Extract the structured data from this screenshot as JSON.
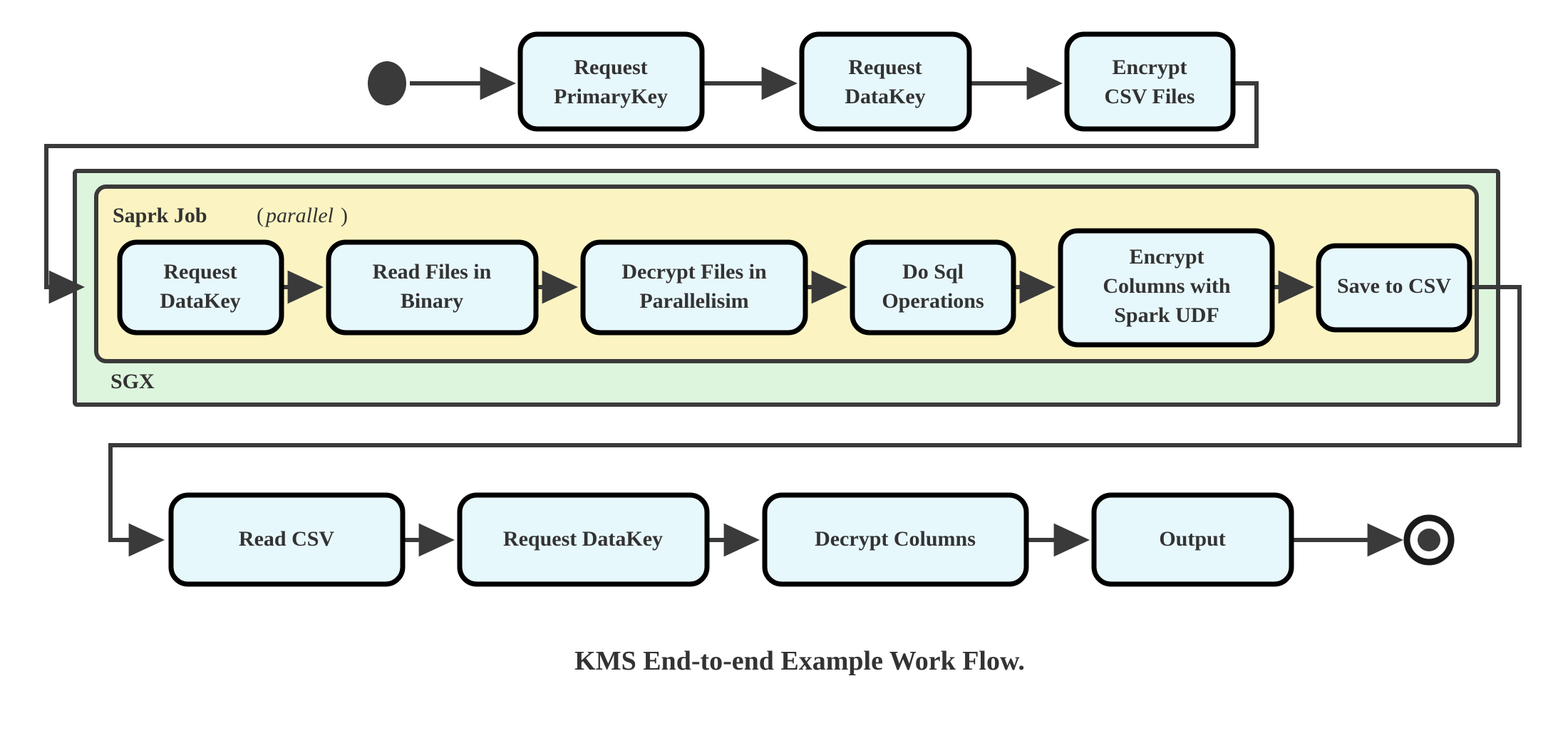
{
  "diagram": {
    "caption": "KMS End-to-end Example Work Flow.",
    "colors": {
      "node_fill": "#e7f8fd",
      "node_stroke": "#000000",
      "outer_group_fill": "#ddf5dd",
      "inner_group_fill": "#fbf4c2",
      "group_stroke": "#3a3a3a",
      "edge": "#3a3a3a",
      "text": "#333333",
      "background": "#ffffff"
    },
    "groups": [
      {
        "id": "sgx",
        "label": "SGX",
        "label_position": "bottom-left",
        "fill": "#ddf5dd"
      },
      {
        "id": "spark-job",
        "label": "Saprk Job",
        "label_suffix_open": "(",
        "label_suffix_italic": "parallel",
        "label_suffix_close": ")",
        "label_position": "top-left",
        "fill": "#fbf4c2"
      }
    ],
    "start_node": {
      "name": "start",
      "shape": "filled-circle"
    },
    "end_node": {
      "name": "end",
      "shape": "double-circle"
    },
    "rows": [
      {
        "id": "row-top",
        "nodes": [
          {
            "id": "request-primarykey",
            "lines": [
              "Request",
              "PrimaryKey"
            ]
          },
          {
            "id": "request-datakey-top",
            "lines": [
              "Request",
              "DataKey"
            ]
          },
          {
            "id": "encrypt-csv-files",
            "lines": [
              "Encrypt",
              "CSV Files"
            ]
          }
        ]
      },
      {
        "id": "row-spark",
        "nodes": [
          {
            "id": "request-datakey-spark",
            "lines": [
              "Request",
              "DataKey"
            ]
          },
          {
            "id": "read-files-in-binary",
            "lines": [
              "Read Files in",
              "Binary"
            ]
          },
          {
            "id": "decrypt-files-parallel",
            "lines": [
              "Decrypt Files in",
              "Parallelisim"
            ]
          },
          {
            "id": "do-sql-operations",
            "lines": [
              "Do Sql",
              "Operations"
            ]
          },
          {
            "id": "encrypt-columns-udf",
            "lines": [
              "Encrypt",
              "Columns with",
              "Spark UDF"
            ]
          },
          {
            "id": "save-to-csv",
            "lines": [
              "Save to CSV"
            ]
          }
        ]
      },
      {
        "id": "row-bottom",
        "nodes": [
          {
            "id": "read-csv",
            "lines": [
              "Read CSV"
            ]
          },
          {
            "id": "request-datakey-out",
            "lines": [
              "Request DataKey"
            ]
          },
          {
            "id": "decrypt-columns",
            "lines": [
              "Decrypt Columns"
            ]
          },
          {
            "id": "output",
            "lines": [
              "Output"
            ]
          }
        ]
      }
    ],
    "edges": [
      {
        "from": "start",
        "to": "request-primarykey",
        "style": "straight"
      },
      {
        "from": "request-primarykey",
        "to": "request-datakey-top",
        "style": "straight"
      },
      {
        "from": "request-datakey-top",
        "to": "encrypt-csv-files",
        "style": "straight"
      },
      {
        "from": "encrypt-csv-files",
        "to": "request-datakey-spark",
        "style": "orthogonal-wrap-left"
      },
      {
        "from": "request-datakey-spark",
        "to": "read-files-in-binary",
        "style": "straight"
      },
      {
        "from": "read-files-in-binary",
        "to": "decrypt-files-parallel",
        "style": "straight"
      },
      {
        "from": "decrypt-files-parallel",
        "to": "do-sql-operations",
        "style": "straight"
      },
      {
        "from": "do-sql-operations",
        "to": "encrypt-columns-udf",
        "style": "straight"
      },
      {
        "from": "encrypt-columns-udf",
        "to": "save-to-csv",
        "style": "straight"
      },
      {
        "from": "save-to-csv",
        "to": "read-csv",
        "style": "orthogonal-wrap-left"
      },
      {
        "from": "read-csv",
        "to": "request-datakey-out",
        "style": "straight"
      },
      {
        "from": "request-datakey-out",
        "to": "decrypt-columns",
        "style": "straight"
      },
      {
        "from": "decrypt-columns",
        "to": "output",
        "style": "straight"
      },
      {
        "from": "output",
        "to": "end",
        "style": "straight"
      }
    ]
  }
}
